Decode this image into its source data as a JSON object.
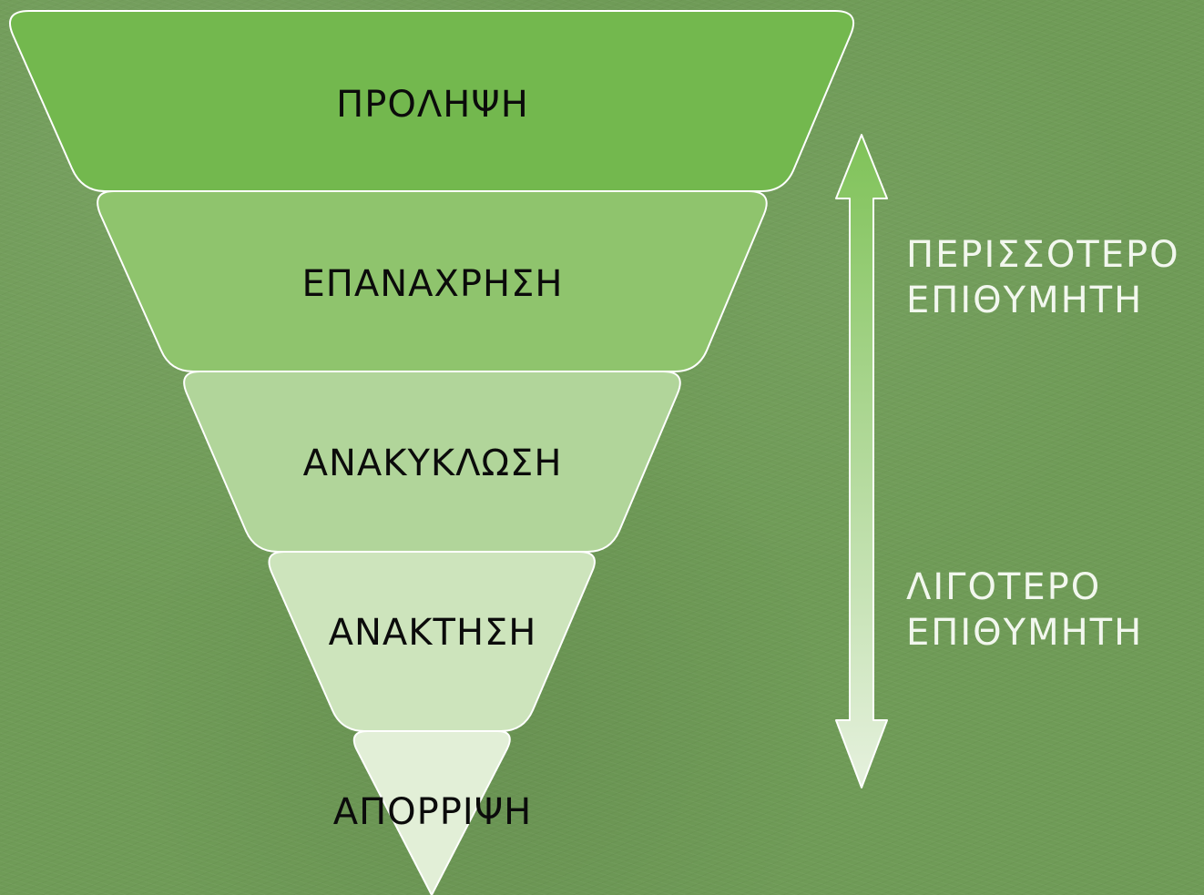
{
  "levels": [
    {
      "label": "ΠΡΟΛΗΨΗ",
      "color": "#73b84e"
    },
    {
      "label": "ΕΠΑΝΑΧΡΗΣΗ",
      "color": "#8fc46d"
    },
    {
      "label": "ΑΝΑΚΥΚΛΩΣΗ",
      "color": "#b1d59a"
    },
    {
      "label": "ΑΝΑΚΤΗΣΗ",
      "color": "#cde4bc"
    },
    {
      "label": "ΑΠΟΡΡΙΨΗ",
      "color": "#e2efd7"
    }
  ],
  "arrow": {
    "top_color": "#7fc258",
    "bottom_color": "#e6f1de"
  },
  "side_labels": {
    "more_line1": "ΠΕΡΙΣΣΟΤΕΡΟ",
    "more_line2": "ΕΠΙΘΥΜΗΤΗ",
    "less_line1": "ΛΙΓΟΤΕΡΟ",
    "less_line2": "ΕΠΙΘΥΜΗΤΗ"
  }
}
